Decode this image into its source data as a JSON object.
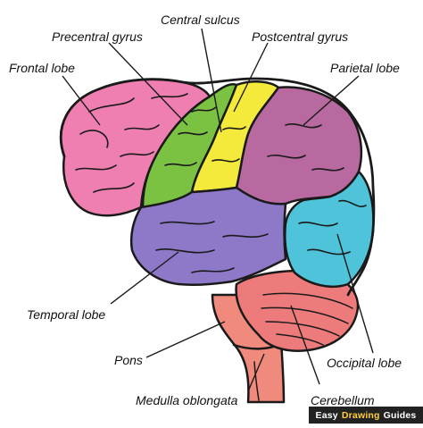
{
  "labels": {
    "central_sulcus": "Central sulcus",
    "precentral_gyrus": "Precentral gyrus",
    "postcentral_gyrus": "Postcentral gyrus",
    "frontal_lobe": "Frontal lobe",
    "parietal_lobe": "Parietal lobe",
    "temporal_lobe": "Temporal lobe",
    "pons": "Pons",
    "occipital_lobe": "Occipital lobe",
    "medulla_oblongata": "Medulla oblongata",
    "cerebellum": "Cerebellum"
  },
  "watermark": {
    "word1": "Easy",
    "word2": "Drawing",
    "word3": "Guides"
  },
  "colors": {
    "frontal": "#ef7fb0",
    "precentral": "#7cc242",
    "postcentral": "#f3ea3b",
    "parietal": "#b86aa0",
    "occipital": "#4fc3d9",
    "temporal": "#8e78c8",
    "cerebellum": "#ee7b7b",
    "brainstem": "#f08a7c",
    "outline": "#1a1a1a"
  }
}
